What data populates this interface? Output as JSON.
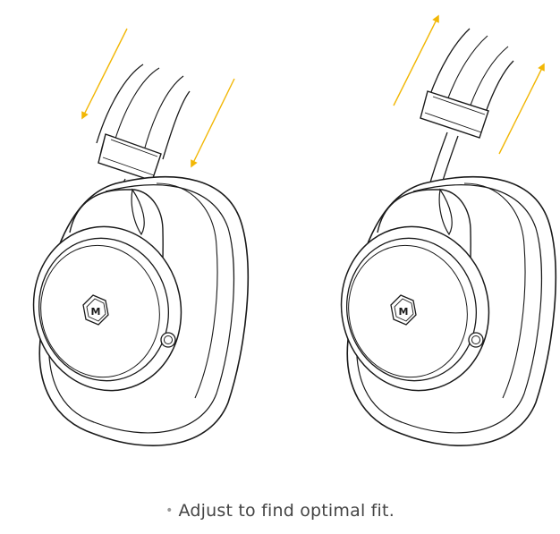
{
  "caption": {
    "bullet": "•",
    "text": "Adjust to find optimal fit."
  },
  "figures": [
    {
      "name": "headphone-extended-illustration",
      "direction": "down"
    },
    {
      "name": "headphone-retracted-illustration",
      "direction": "up"
    }
  ],
  "icons": {
    "brand_logo": "M"
  },
  "colors": {
    "arrow": "#f2b705",
    "line": "#1a1a1a",
    "caption": "#444444"
  }
}
